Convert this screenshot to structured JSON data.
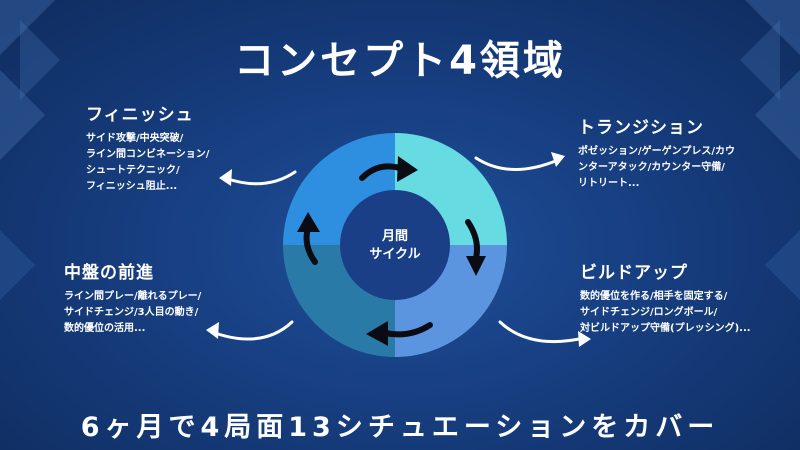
{
  "title": "コンセプト4領域",
  "center": {
    "line1": "月間",
    "line2": "サイクル"
  },
  "areas": [
    {
      "title": "フィニッシュ",
      "lines": [
        "サイド攻撃/中央突破/",
        "ライン間コンビネーション/",
        "シュートテクニック/",
        "フィニッシュ阻止..."
      ]
    },
    {
      "title": "トランジション",
      "lines": [
        "ポゼッション/ゲーゲンプレス/カウ",
        "ンターアタック/カウンター守備/",
        "リトリート..."
      ]
    },
    {
      "title": "中盤の前進",
      "lines": [
        "ライン間プレー/離れるプレー/",
        "サイドチェンジ/3人目の動き/",
        "数的優位の活用..."
      ]
    },
    {
      "title": "ビルドアップ",
      "lines": [
        "数的優位を作る/相手を固定する/",
        "サイドチェンジ/ロングボール/",
        "対ビルドアップ守備(プレッシング)..."
      ]
    }
  ],
  "footer": "6ヶ月で4局面13シチュエーションをカバー",
  "colors": {
    "quad_top_left": "#2e8fe0",
    "quad_top_right": "#66dce2",
    "quad_bottom_right": "#5b95e0",
    "quad_bottom_left": "#2a7aa8",
    "inner_circle": "#1a3f86",
    "arrow_dark": "#0b0b14"
  },
  "icons": [
    "cycle-arrow-icon",
    "curved-arrow-icon"
  ]
}
